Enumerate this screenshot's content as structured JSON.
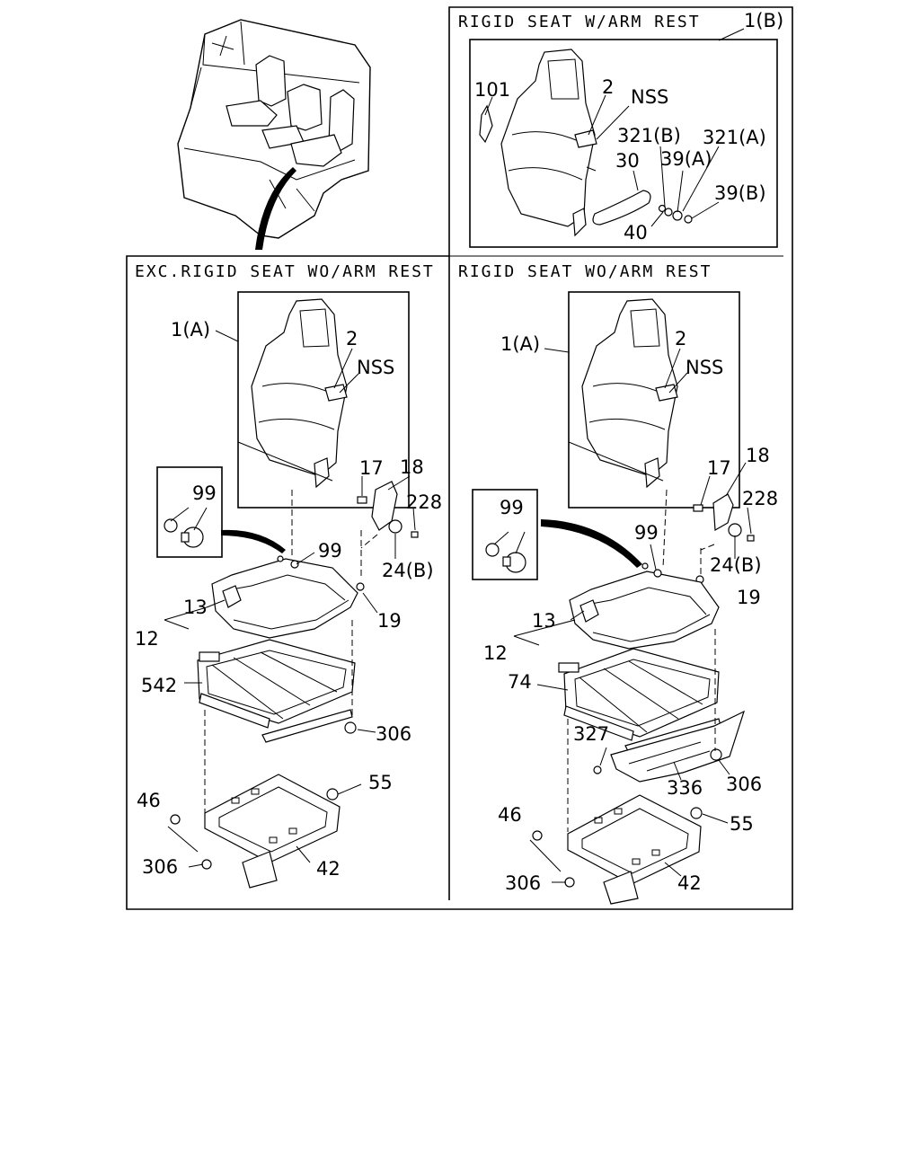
{
  "panels": {
    "top_right": {
      "heading": "RIGID SEAT W/ARM REST",
      "part_ref": "1(B)"
    },
    "bottom_left": {
      "heading": "EXC.RIGID SEAT WO/ARM REST"
    },
    "bottom_right": {
      "heading": "RIGID SEAT WO/ARM REST"
    }
  },
  "callouts": {
    "tr": {
      "c101": "101",
      "c2": "2",
      "nss": "NSS",
      "c321b": "321(B)",
      "c321a": "321(A)",
      "c30": "30",
      "c39a": "39(A)",
      "c39b": "39(B)",
      "c40": "40"
    },
    "bl": {
      "c1a": "1(A)",
      "c2": "2",
      "nss": "NSS",
      "c99box": "99",
      "c17": "17",
      "c18": "18",
      "c228": "228",
      "c99": "99",
      "c24b": "24(B)",
      "c13": "13",
      "c12": "12",
      "c19": "19",
      "c542": "542",
      "c306a": "306",
      "c55": "55",
      "c46": "46",
      "c306b": "306",
      "c42": "42"
    },
    "br": {
      "c1a": "1(A)",
      "c2": "2",
      "nss": "NSS",
      "c17": "17",
      "c18": "18",
      "c228": "228",
      "c99box": "99",
      "c99": "99",
      "c24b": "24(B)",
      "c19": "19",
      "c13": "13",
      "c12": "12",
      "c74": "74",
      "c327": "327",
      "c336": "336",
      "c306a": "306",
      "c46": "46",
      "c55": "55",
      "c306b": "306",
      "c42": "42"
    }
  }
}
